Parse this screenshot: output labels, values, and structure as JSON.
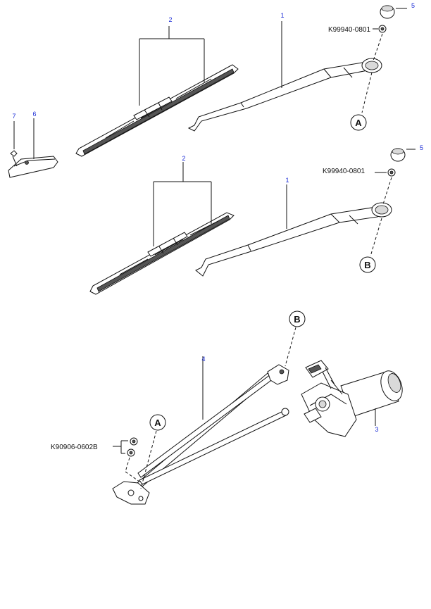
{
  "callouts": {
    "upper_arm": "1",
    "upper_blade": "2",
    "lower_arm": "1",
    "lower_blade": "2",
    "motor": "3",
    "linkage": "4",
    "upper_cap": "5",
    "lower_cap": "5",
    "bracket": "6",
    "clip": "7"
  },
  "part_numbers": {
    "upper_nut": "K99940-0801",
    "lower_nut": "K99940-0801",
    "linkage_nuts": "K90906-0602B"
  },
  "connectors": {
    "upper_a": "A",
    "lower_b": "B",
    "linkage_b": "B",
    "linkage_a": "A"
  }
}
